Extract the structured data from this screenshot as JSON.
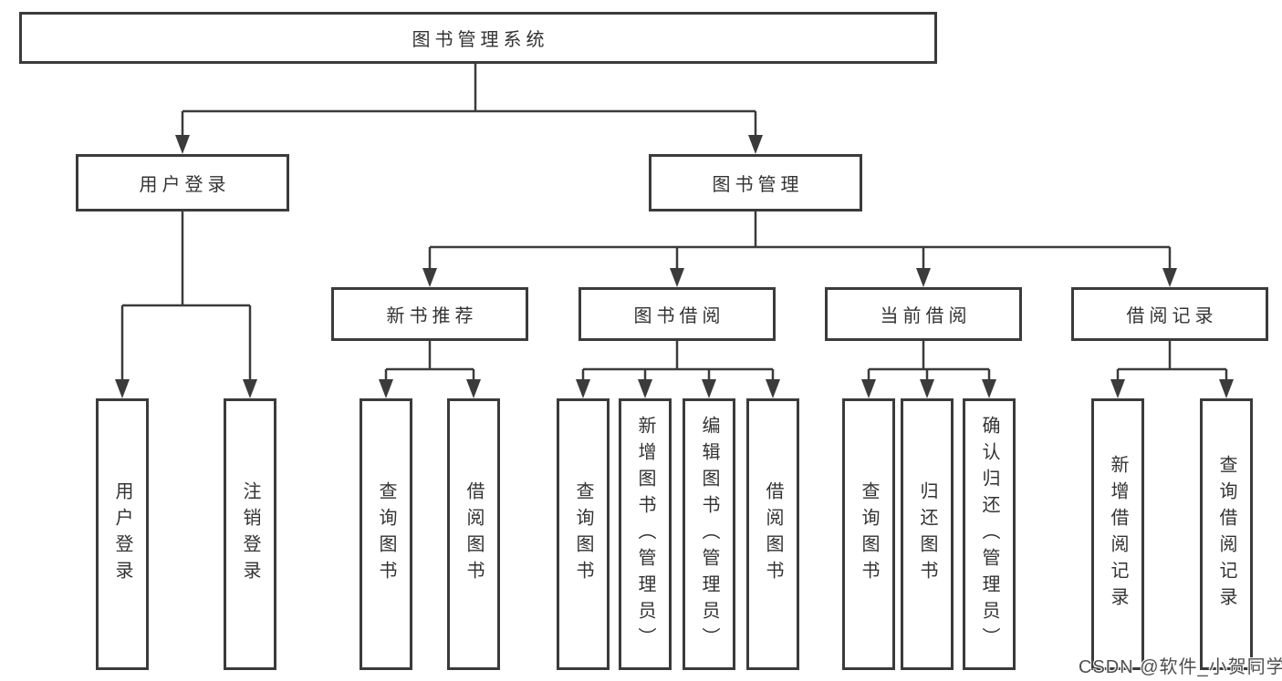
{
  "diagram": {
    "type": "tree",
    "title": "图书管理系统",
    "colors": {
      "line": "#3b3b3b",
      "box_border": "#3b3b3b",
      "box_fill": "#ffffff",
      "text": "#333333",
      "background": "#ffffff",
      "watermark_text": "#4f4f4f"
    },
    "nodes": {
      "root": {
        "label": "图书管理系统"
      },
      "user_login": {
        "label": "用户登录"
      },
      "book_mgmt": {
        "label": "图书管理"
      },
      "new_book_rec": {
        "label": "新书推荐"
      },
      "book_borrow": {
        "label": "图书借阅"
      },
      "current_borrow": {
        "label": "当前借阅"
      },
      "borrow_records": {
        "label": "借阅记录"
      },
      "leaf_user_login": {
        "label": "用户登录"
      },
      "leaf_logout": {
        "label": "注销登录"
      },
      "leaf_query_book_rec": {
        "label": "查询图书"
      },
      "leaf_borrow_book_rec": {
        "label": "借阅图书"
      },
      "leaf_query_book_borrow": {
        "label": "查询图书"
      },
      "leaf_add_book": {
        "label": "新增图书（管理员）"
      },
      "leaf_edit_book": {
        "label": "编辑图书（管理员）"
      },
      "leaf_borrow_book": {
        "label": "借阅图书"
      },
      "leaf_query_book_current": {
        "label": "查询图书"
      },
      "leaf_return_book": {
        "label": "归还图书"
      },
      "leaf_confirm_return": {
        "label": "确认归还（管理员）"
      },
      "leaf_add_borrow_record": {
        "label": "新增借阅记录"
      },
      "leaf_query_borrow_record": {
        "label": "查询借阅记录"
      }
    },
    "edges": [
      {
        "from": "图书管理系统",
        "to": [
          "用户登录",
          "图书管理"
        ]
      },
      {
        "from": "用户登录",
        "to": [
          "用户登录",
          "注销登录"
        ]
      },
      {
        "from": "图书管理",
        "to": [
          "新书推荐",
          "图书借阅",
          "当前借阅",
          "借阅记录"
        ]
      },
      {
        "from": "新书推荐",
        "to": [
          "查询图书",
          "借阅图书"
        ]
      },
      {
        "from": "图书借阅",
        "to": [
          "查询图书",
          "新增图书（管理员）",
          "编辑图书（管理员）",
          "借阅图书"
        ]
      },
      {
        "from": "当前借阅",
        "to": [
          "查询图书",
          "归还图书",
          "确认归还（管理员）"
        ]
      },
      {
        "from": "借阅记录",
        "to": [
          "新增借阅记录",
          "查询借阅记录"
        ]
      }
    ]
  },
  "watermark": {
    "text": "CSDN @软件_小贺同学"
  }
}
